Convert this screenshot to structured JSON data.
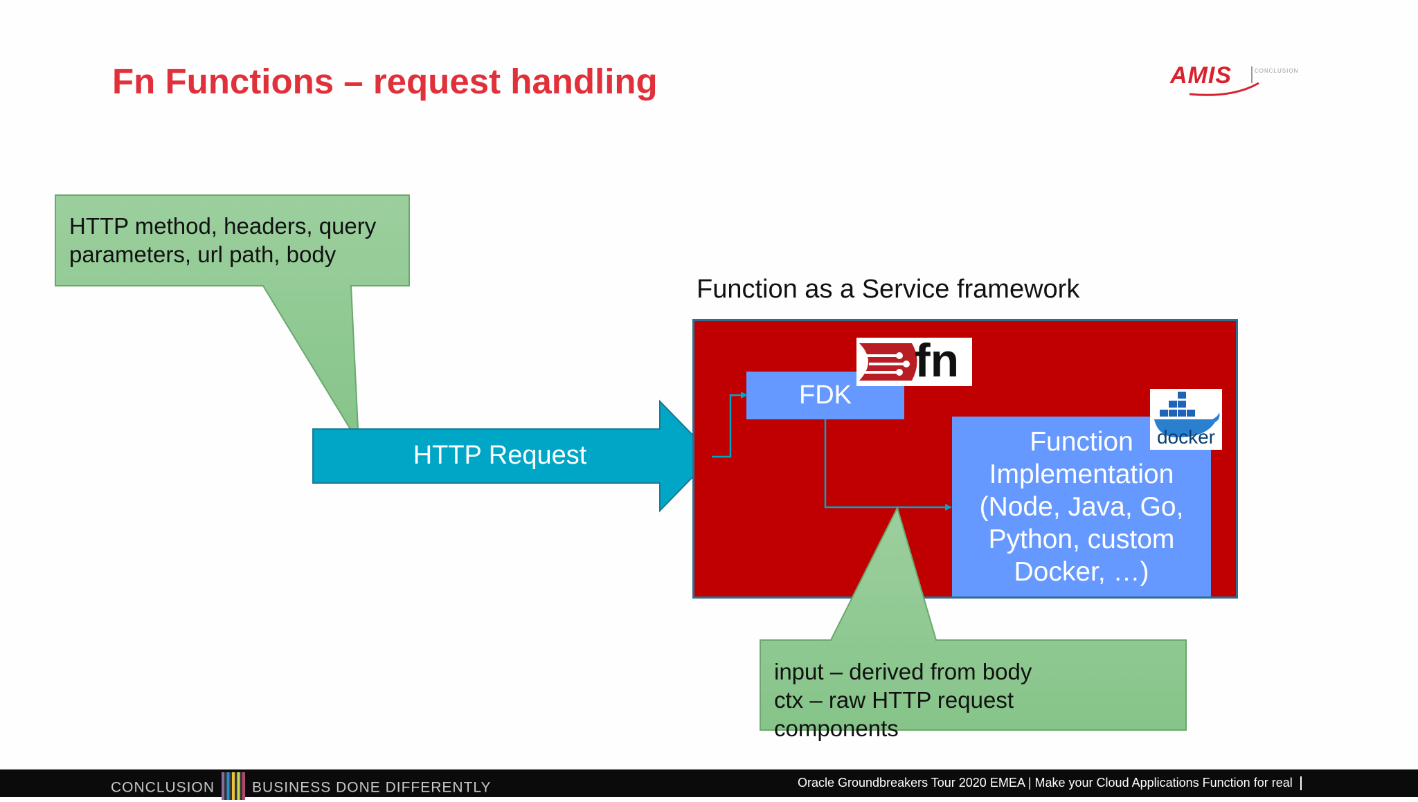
{
  "slide": {
    "title": "Fn Functions – request handling"
  },
  "logo": {
    "text": "AMIS",
    "tagline": "CONCLUSION",
    "accent_color": "#d7222f"
  },
  "diagram": {
    "framework_label": "Function as a Service framework",
    "fdk_label": "FDK",
    "impl_label": "Function\nImplementation\n(Node, Java, Go,\nPython, custom\nDocker, …)",
    "http_request_label": "HTTP Request",
    "fn_logo_text": "fn",
    "docker_logo_text": "docker",
    "callout_top": "HTTP method, headers, query\nparameters, url path, body",
    "callout_bottom": "input – derived from body\nctx – raw HTTP request components",
    "colors": {
      "framework_box": "#c00000",
      "inner_boxes": "#6699ff",
      "arrow": "#00a6c6",
      "callout": "#90cb93",
      "title": "#e0303a"
    }
  },
  "footer": {
    "left_word1": "CONCLUSION",
    "left_word2": "BUSINESS DONE DIFFERENTLY",
    "right_text": "Oracle Groundbreakers Tour 2020 EMEA | Make your Cloud Applications Function for real"
  }
}
